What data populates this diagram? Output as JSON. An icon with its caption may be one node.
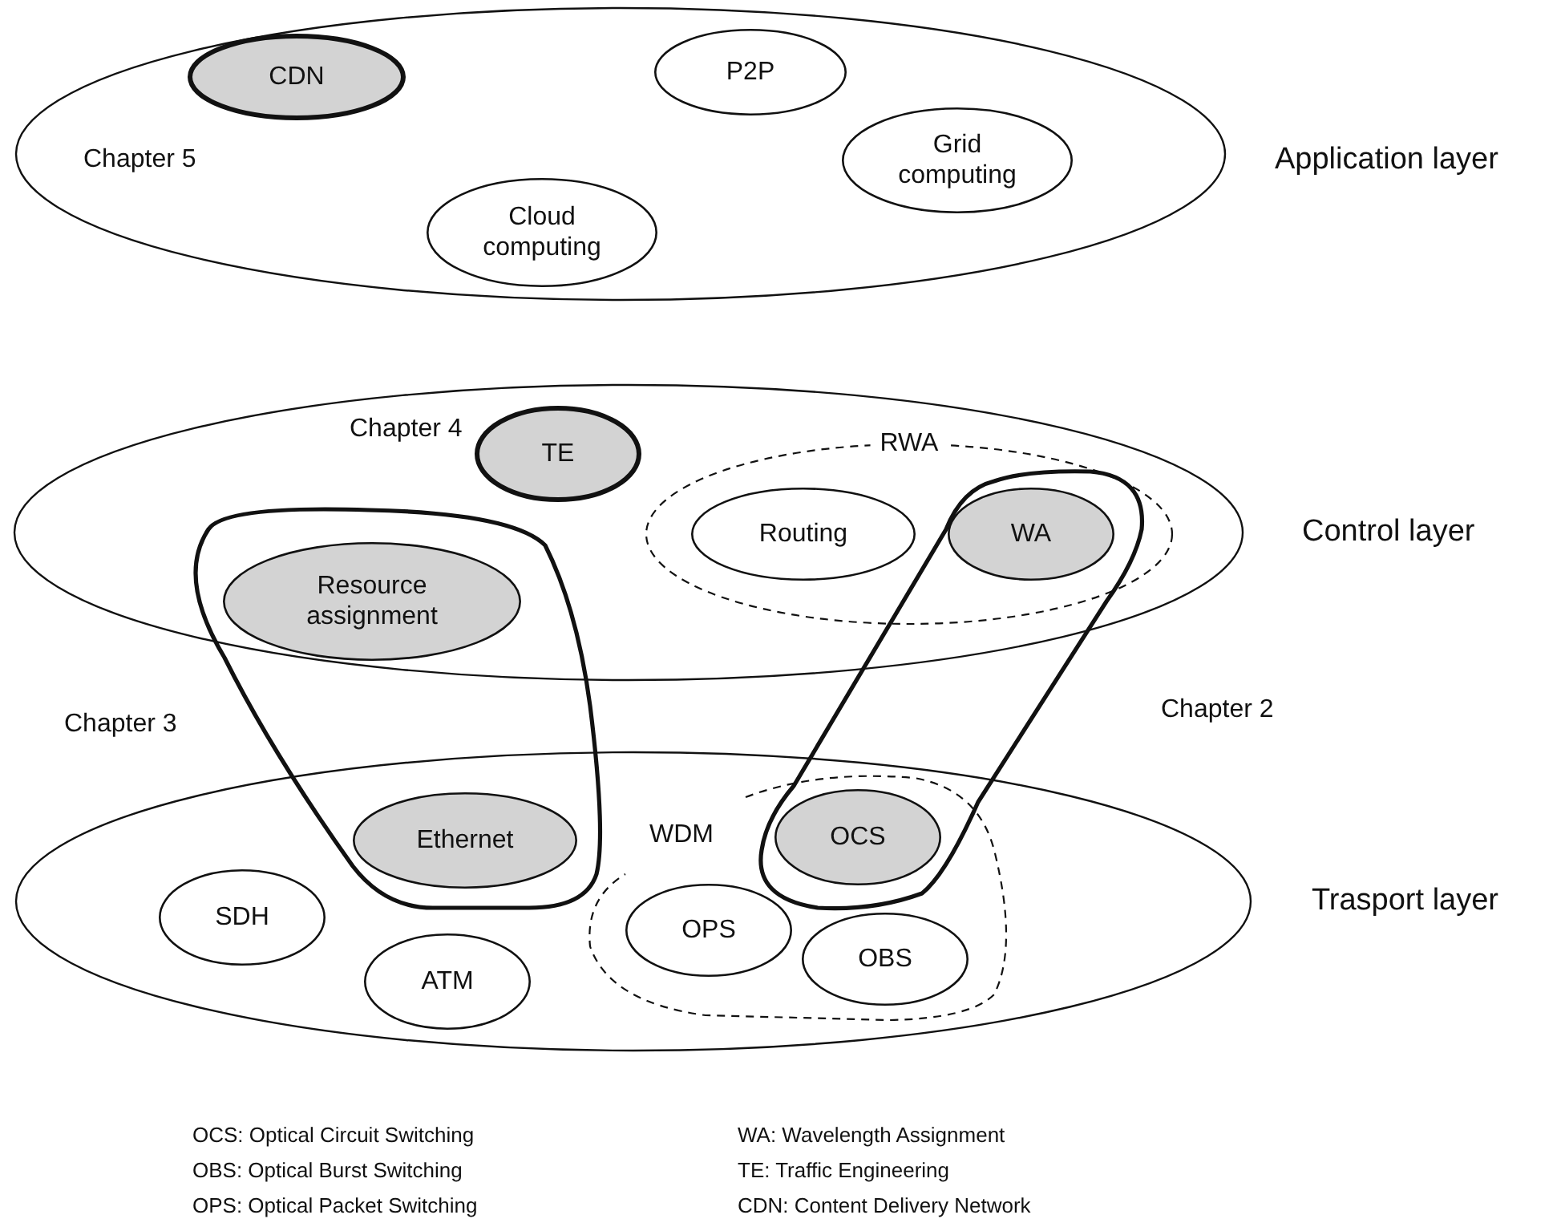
{
  "diagram": {
    "nodes": [
      {
        "text": [
          "Application layer"
        ]
      },
      {
        "text": [
          "CDN"
        ],
        "in": 0,
        "beside": [
          "Chapter 5"
        ]
      },
      {
        "text": [
          "P2P"
        ],
        "in": 0
      },
      {
        "text": [
          "Cloud computing"
        ],
        "in": 0
      },
      {
        "text": [
          "Grid computing"
        ],
        "in": 0
      },
      {
        "text": [
          "Control layer"
        ]
      },
      {
        "text": [
          "TE"
        ],
        "in": 5,
        "beside": [
          "Chapter 4"
        ]
      },
      {
        "text": [
          "RWA"
        ],
        "in": 5
      },
      {
        "text": [
          "Routing"
        ],
        "in": 7
      },
      {
        "text": [
          "WA"
        ]
      },
      {
        "text": [
          "Resource assignment"
        ]
      },
      {
        "text": [
          "Trasport layer"
        ]
      },
      {
        "text": [
          "Ethernet"
        ]
      },
      {
        "text": [
          "WDM"
        ],
        "in": 11
      },
      {
        "text": [
          "OCS"
        ]
      },
      {
        "text": [
          "OPS"
        ],
        "in": 13
      },
      {
        "text": [
          "OBS"
        ],
        "in": 13
      },
      {
        "text": [
          "SDH"
        ],
        "in": 11
      },
      {
        "text": [
          "ATM"
        ],
        "in": 11
      },
      {
        "text": [
          "Chapter 3"
        ]
      },
      {
        "text": [
          "Chapter 2"
        ]
      }
    ],
    "labels": [
      "OCS: Optical Circuit Switching",
      "WA: Wavelength Assignment",
      "OBS: Optical Burst Switching",
      "TE: Traffic Engineering",
      "OPS: Optical Packet Switching",
      "CDN: Content Delivery Network"
    ]
  }
}
